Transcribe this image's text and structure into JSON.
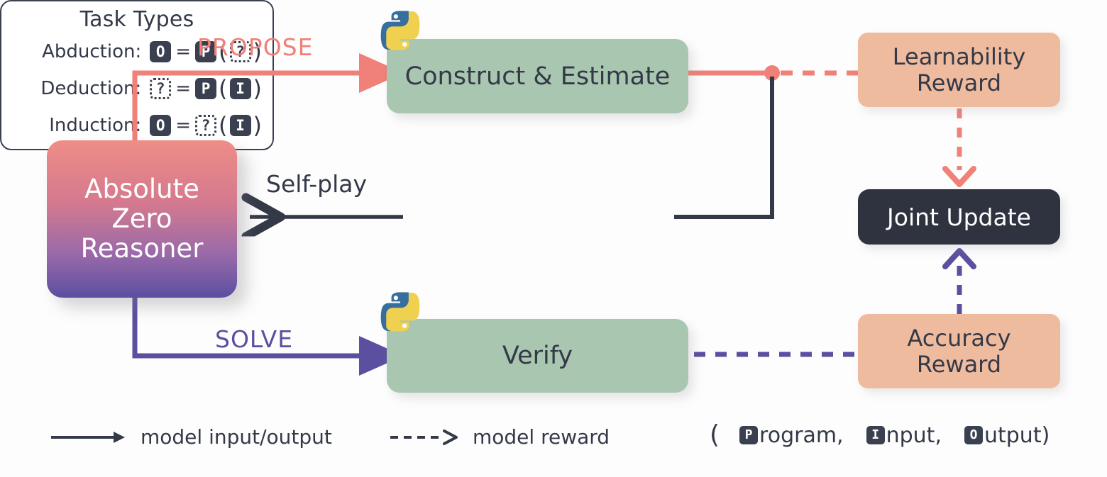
{
  "diagram": {
    "title": "Absolute Zero Reasoner self-play loop"
  },
  "nodes": {
    "reasoner": {
      "line1": "Absolute",
      "line2": "Zero",
      "line3": "Reasoner",
      "gradient_top": "#ef8d86",
      "gradient_bottom": "#5b4fa0"
    },
    "construct": {
      "label": "Construct & Estimate",
      "color": "#a9c6b0",
      "icon": "python-logo"
    },
    "verify": {
      "label": "Verify",
      "color": "#a9c6b0",
      "icon": "python-logo"
    },
    "learnability_reward": {
      "line1": "Learnability",
      "line2": "Reward",
      "color": "#eebb9e"
    },
    "accuracy_reward": {
      "line1": "Accuracy",
      "line2": "Reward",
      "color": "#eebb9e"
    },
    "joint_update": {
      "label": "Joint Update",
      "color": "#2f333f",
      "text_color": "#ffffff"
    }
  },
  "edges": {
    "propose": {
      "label": "PROPOSE",
      "color": "#ef8179",
      "style": "solid"
    },
    "solve": {
      "label": "SOLVE",
      "color": "#5b4fa0",
      "style": "solid"
    },
    "selfplay": {
      "label": "Self-play",
      "color": "#343948",
      "style": "solid"
    },
    "learnability_link": {
      "color": "#ef8179",
      "style": "dashed"
    },
    "accuracy_link": {
      "color": "#5b4fa0",
      "style": "dashed"
    },
    "learnability_to_joint": {
      "color": "#ef8179",
      "style": "dashed",
      "direction": "down"
    },
    "accuracy_to_joint": {
      "color": "#5b4fa0",
      "style": "dashed",
      "direction": "up"
    }
  },
  "task_types": {
    "title": "Task Types",
    "rows": [
      {
        "label": "Abduction:",
        "left": {
          "text": "O",
          "kind": "solid"
        },
        "op": "=",
        "fn": {
          "text": "P",
          "kind": "solid"
        },
        "arg": {
          "text": "?",
          "kind": "unknown"
        }
      },
      {
        "label": "Deduction:",
        "left": {
          "text": "?",
          "kind": "unknown"
        },
        "op": "=",
        "fn": {
          "text": "P",
          "kind": "solid"
        },
        "arg": {
          "text": "I",
          "kind": "solid"
        }
      },
      {
        "label": "Induction:",
        "left": {
          "text": "O",
          "kind": "solid"
        },
        "op": "=",
        "fn": {
          "text": "?",
          "kind": "unknown"
        },
        "arg": {
          "text": "I",
          "kind": "solid"
        }
      }
    ],
    "open_paren": "(",
    "close_paren": ")"
  },
  "legend": {
    "model_io": "model input/output",
    "model_reward": "model reward",
    "tuple": {
      "open": "(",
      "program_badge": "P",
      "program_rest": "rogram,",
      "input_badge": "I",
      "input_rest": "nput,",
      "output_badge": "O",
      "output_rest": "utput)"
    }
  }
}
